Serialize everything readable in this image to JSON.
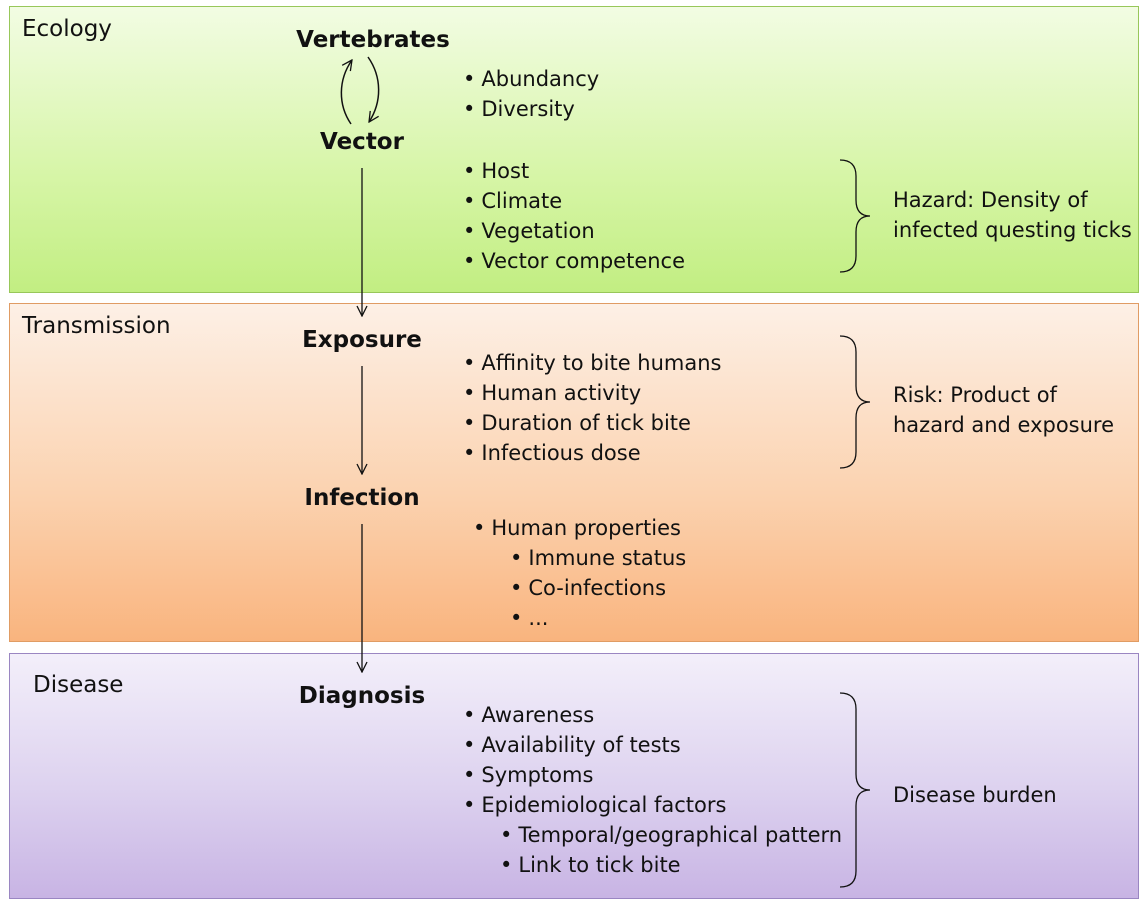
{
  "bands": {
    "ecology": "Ecology",
    "transmission": "Transmission",
    "disease": "Disease"
  },
  "nodes": {
    "vertebrates": "Vertebrates",
    "vector": "Vector",
    "exposure": "Exposure",
    "infection": "Infection",
    "diagnosis": "Diagnosis"
  },
  "factors": {
    "vertebrates": [
      "Abundancy",
      "Diversity"
    ],
    "vector": [
      "Host",
      "Climate",
      "Vegetation",
      "Vector competence"
    ],
    "exposure": [
      "Affinity to bite humans",
      "Human activity",
      "Duration of tick bite",
      "Infectious dose"
    ],
    "infection": {
      "main": "Human properties",
      "sub": [
        "Immune status",
        "Co-infections",
        "..."
      ]
    },
    "diagnosis": {
      "main": [
        "Awareness",
        "Availability of tests",
        "Symptoms",
        "Epidemiological factors"
      ],
      "sub": [
        "Temporal/geographical pattern",
        "Link to tick bite"
      ]
    }
  },
  "outcomes": {
    "hazard": [
      "Hazard: Density of",
      "infected questing ticks"
    ],
    "risk": [
      "Risk: Product of",
      "hazard and exposure"
    ],
    "burden": "Disease burden"
  }
}
